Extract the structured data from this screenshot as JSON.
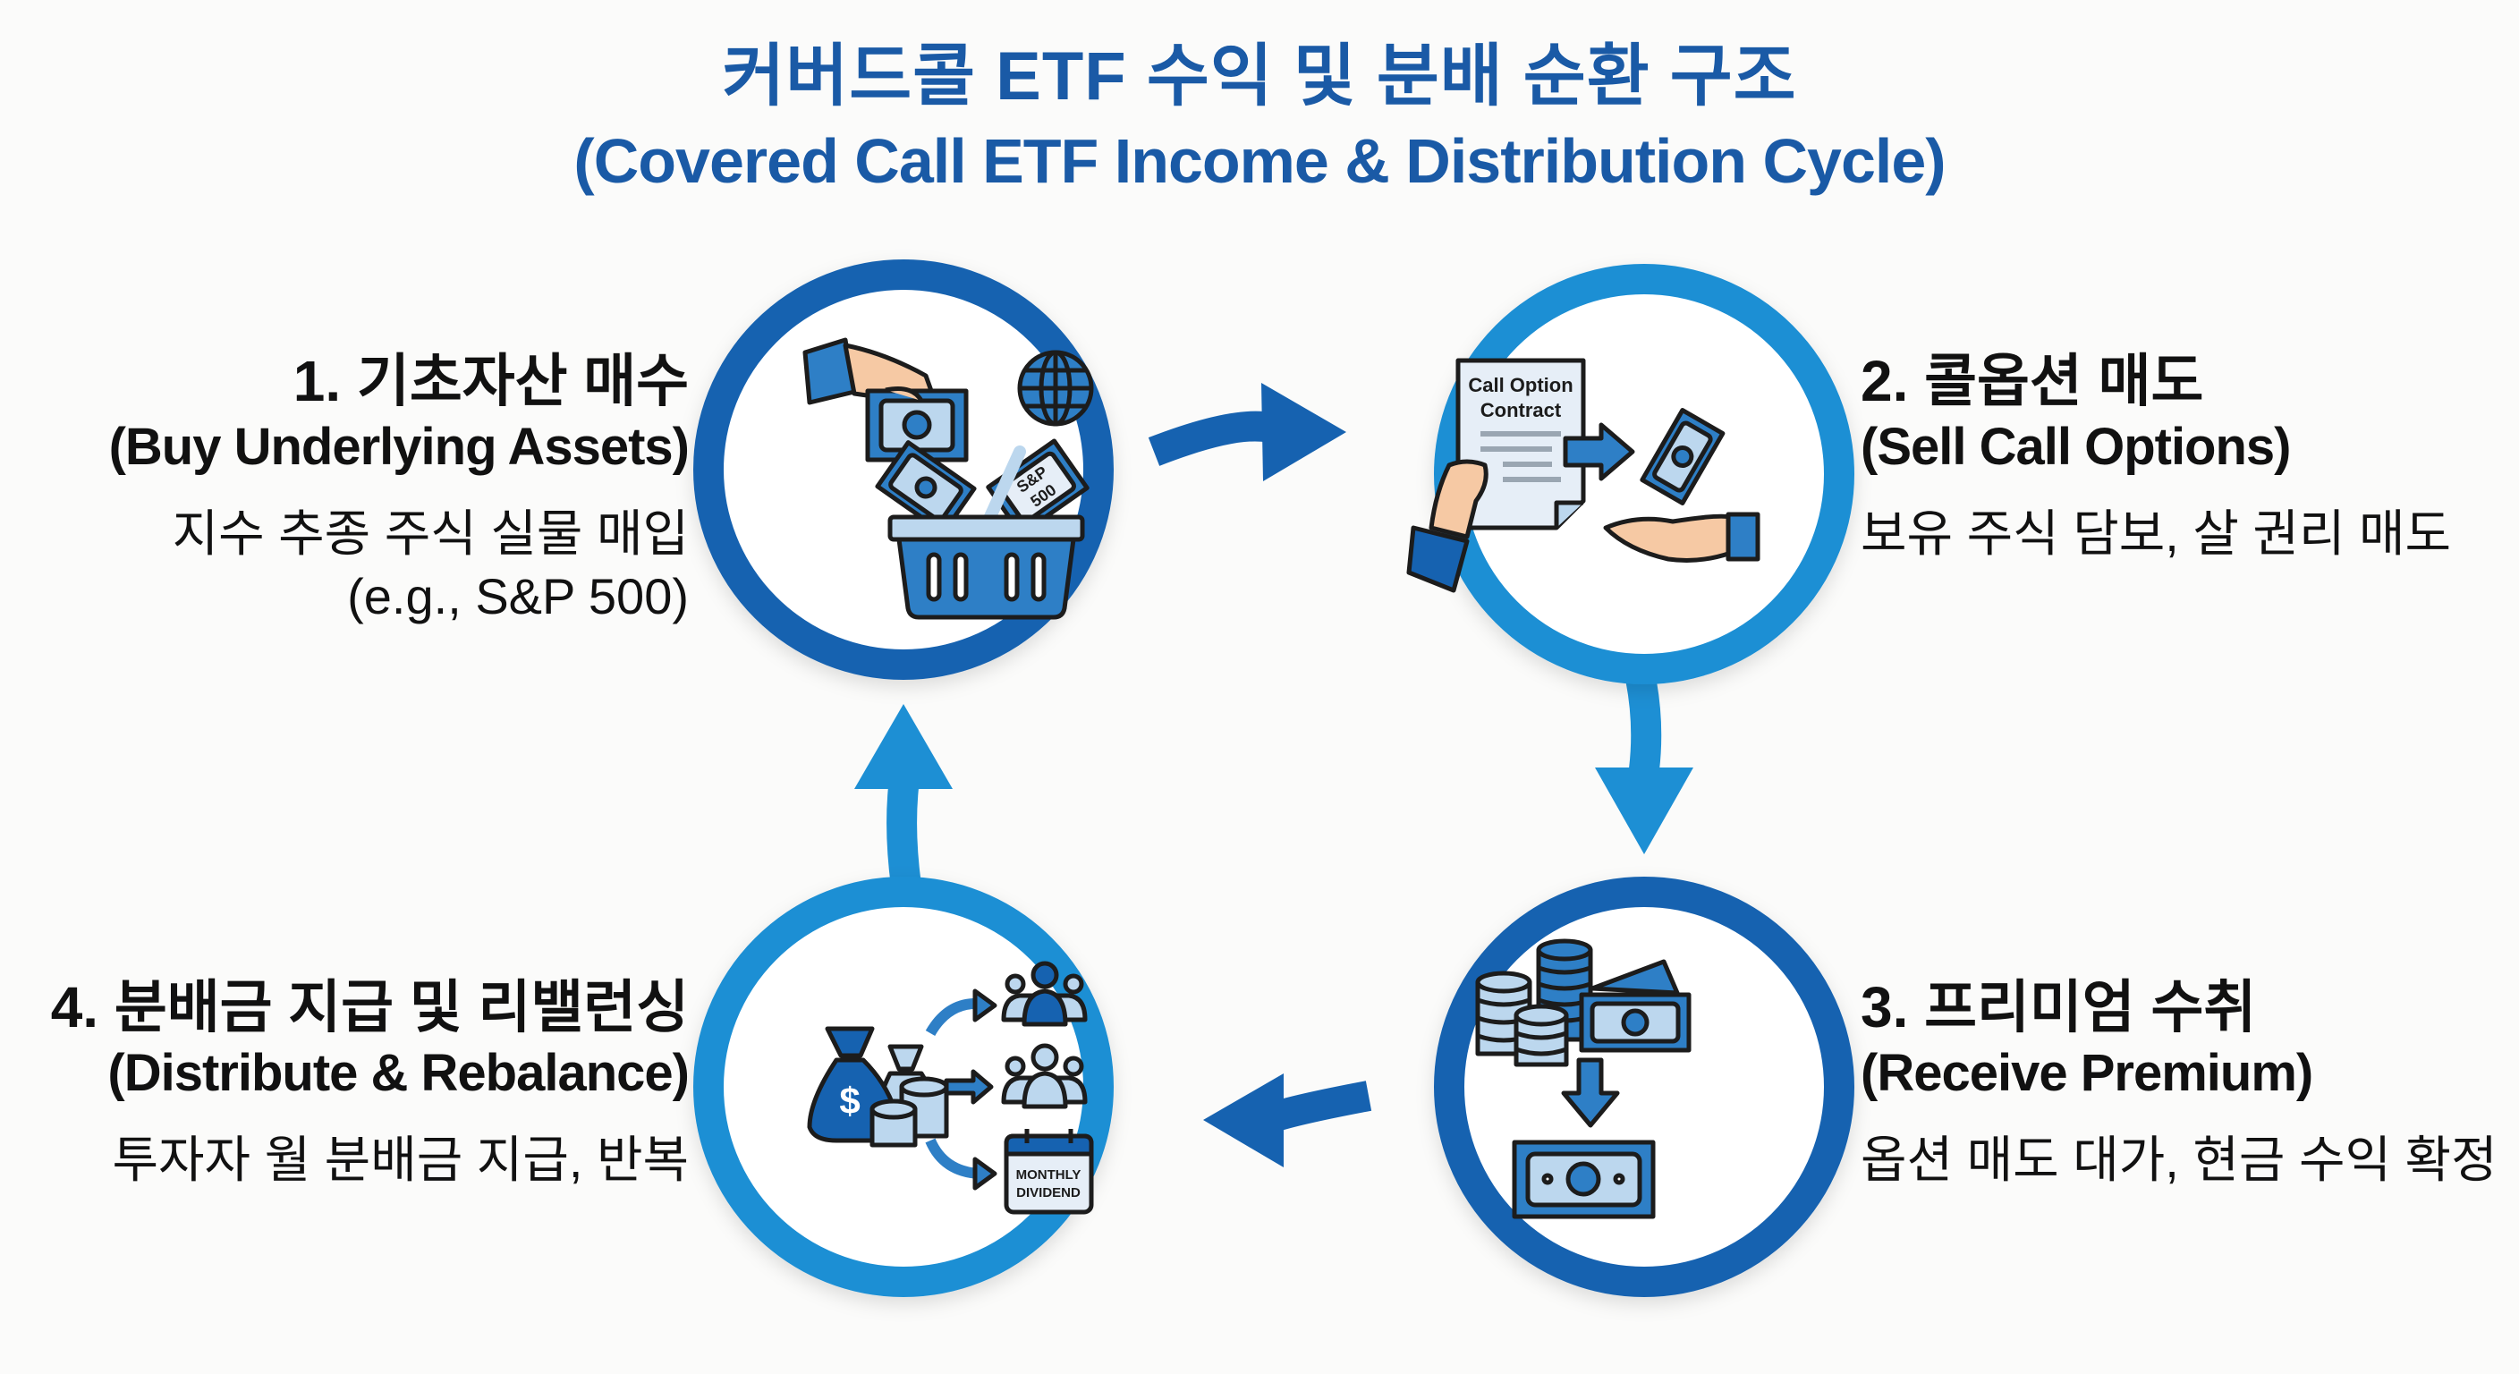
{
  "title": {
    "korean": "커버드콜 ETF 수익 및 분배 순환 구조",
    "english": "(Covered Call ETF Income & Distribution Cycle)"
  },
  "colors": {
    "title_blue": "#1a5aa6",
    "ring_dark_blue": "#1662b0",
    "ring_light_blue": "#1d8fd4",
    "icon_mid_blue": "#2e7fc6",
    "icon_light_blue": "#bcd7ee",
    "skin": "#f6c9a4",
    "outline": "#1c1c1c",
    "background": "#fbfbfa"
  },
  "steps": [
    {
      "number": "1",
      "title_ko": "1. 기초자산 매수",
      "title_en": "(Buy Underlying Assets)",
      "desc_lines": [
        "지수 추종 주식 실물 매입",
        "(e.g., S&P 500)"
      ],
      "icon": "basket-with-money-and-globe-icon",
      "icon_labels": {
        "ticker": "S&P",
        "ticker_num": "500"
      },
      "ring_color": "dark"
    },
    {
      "number": "2",
      "title_ko": "2. 콜옵션 매도",
      "title_en": "(Sell Call Options)",
      "desc_lines": [
        "보유 주식 담보, 살 권리 매도"
      ],
      "icon": "contract-to-cash-exchange-icon",
      "icon_labels": {
        "doc_line1": "Call Option",
        "doc_line2": "Contract"
      },
      "ring_color": "light"
    },
    {
      "number": "3",
      "title_ko": "3. 프리미엄 수취",
      "title_en": "(Receive Premium)",
      "desc_lines": [
        "옵션 매도 대가, 현금 수익 확정"
      ],
      "icon": "coins-to-cash-icon",
      "icon_labels": {},
      "ring_color": "dark"
    },
    {
      "number": "4",
      "title_ko": "4. 분배금 지급 및 리밸런싱",
      "title_en": "(Distribute & Rebalance)",
      "desc_lines": [
        "투자자 월 분배금 지급, 반복"
      ],
      "icon": "money-bags-to-investors-icon",
      "icon_labels": {
        "bag_symbol": "$",
        "calendar_line1": "MONTHLY",
        "calendar_line2": "DIVIDEND"
      },
      "ring_color": "light"
    }
  ],
  "flow": {
    "direction": "clockwise",
    "arrows": [
      {
        "from": "1",
        "to": "2",
        "icon": "arrow-right-icon"
      },
      {
        "from": "2",
        "to": "3",
        "icon": "arrow-down-icon"
      },
      {
        "from": "3",
        "to": "4",
        "icon": "arrow-left-icon"
      },
      {
        "from": "4",
        "to": "1",
        "icon": "arrow-up-icon"
      }
    ]
  }
}
